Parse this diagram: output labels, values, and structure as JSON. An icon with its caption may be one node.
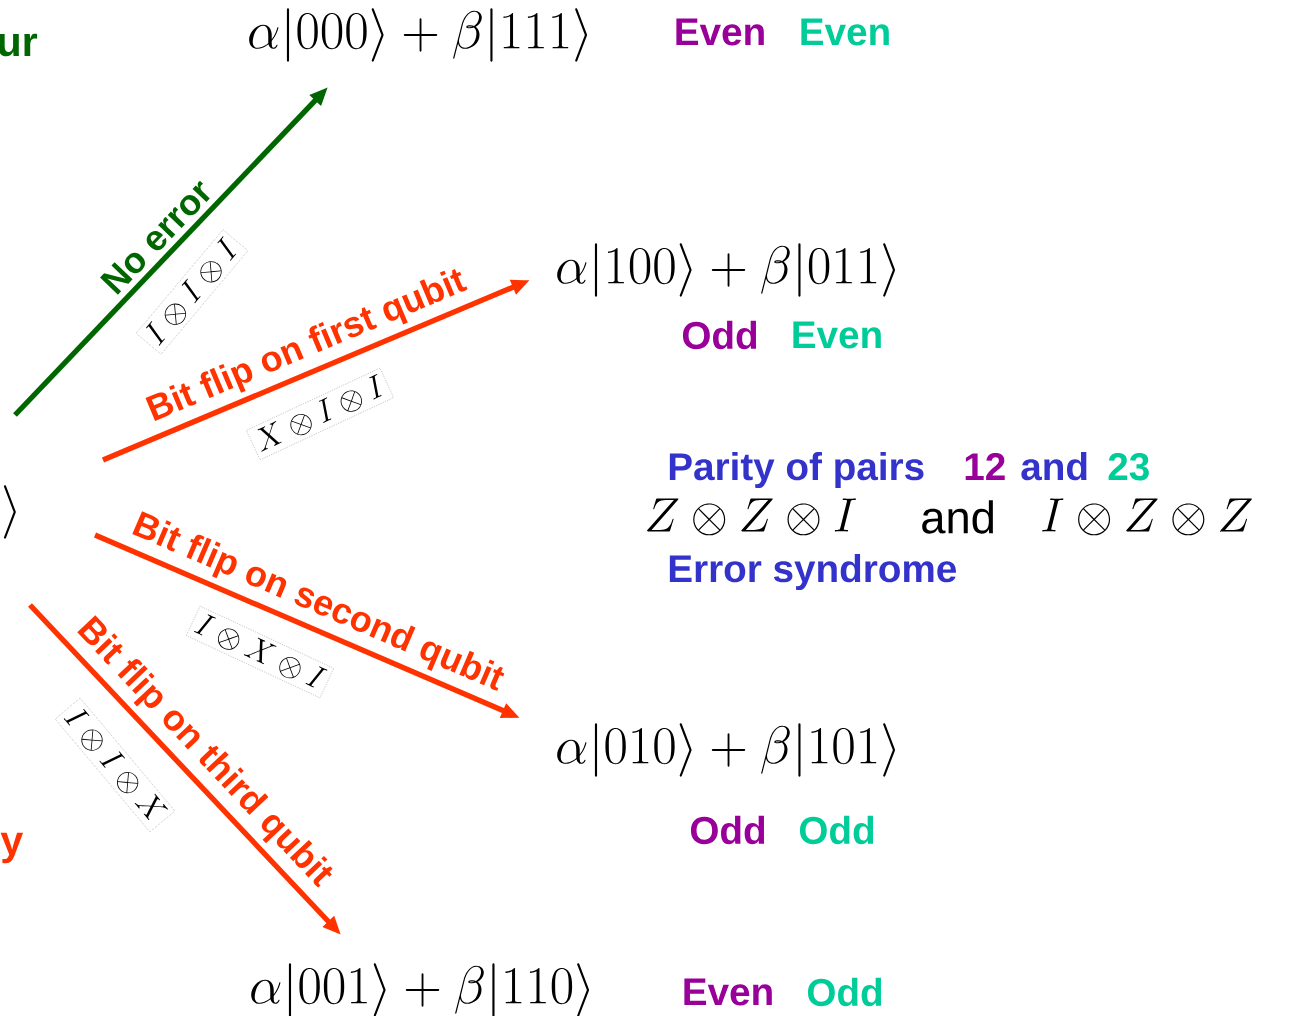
{
  "diagram": {
    "nodes": [
      {
        "text": [
          "\\alpha|000\\rangle+\\beta|111\\rangle"
        ],
        "beside": [
          "Even",
          "Even"
        ]
      },
      {
        "text": [
          "\\alpha|100\\rangle+\\beta|011\\rangle"
        ],
        "beside": [
          "Odd",
          "Even"
        ]
      },
      {
        "text": [
          "\\alpha|010\\rangle+\\beta|101\\rangle"
        ],
        "beside": [
          "Odd",
          "Odd"
        ]
      },
      {
        "text": [
          "\\alpha|001\\rangle+\\beta|110\\rangle"
        ],
        "beside": [
          "Even",
          "Odd"
        ]
      },
      {
        "text": [
          "I\\otimes I\\otimes I"
        ]
      },
      {
        "text": [
          "X\\otimes I\\otimes I"
        ]
      },
      {
        "text": [
          "I\\otimes X\\otimes I"
        ]
      },
      {
        "text": [
          "I\\otimes I\\otimes X"
        ]
      }
    ],
    "edges": [
      {
        "from": null,
        "to": 0,
        "arrow": "to",
        "label": "No error",
        "color": "#006600"
      },
      {
        "from": null,
        "to": 1,
        "arrow": "to",
        "label": "Bit flip on first qubit"
      },
      {
        "from": null,
        "to": 2,
        "arrow": "to",
        "label": "Bit flip on second qubit"
      },
      {
        "from": null,
        "to": 3,
        "arrow": "to",
        "label": "Bit flip on third qubit"
      }
    ],
    "labels": [
      "ur",
      "\\rangle",
      "Parity of pairs",
      "12",
      "and",
      "23",
      "Z\\otimes Z\\otimes I",
      "and",
      "I\\otimes Z\\otimes Z",
      "Error syndrome",
      "y"
    ]
  }
}
